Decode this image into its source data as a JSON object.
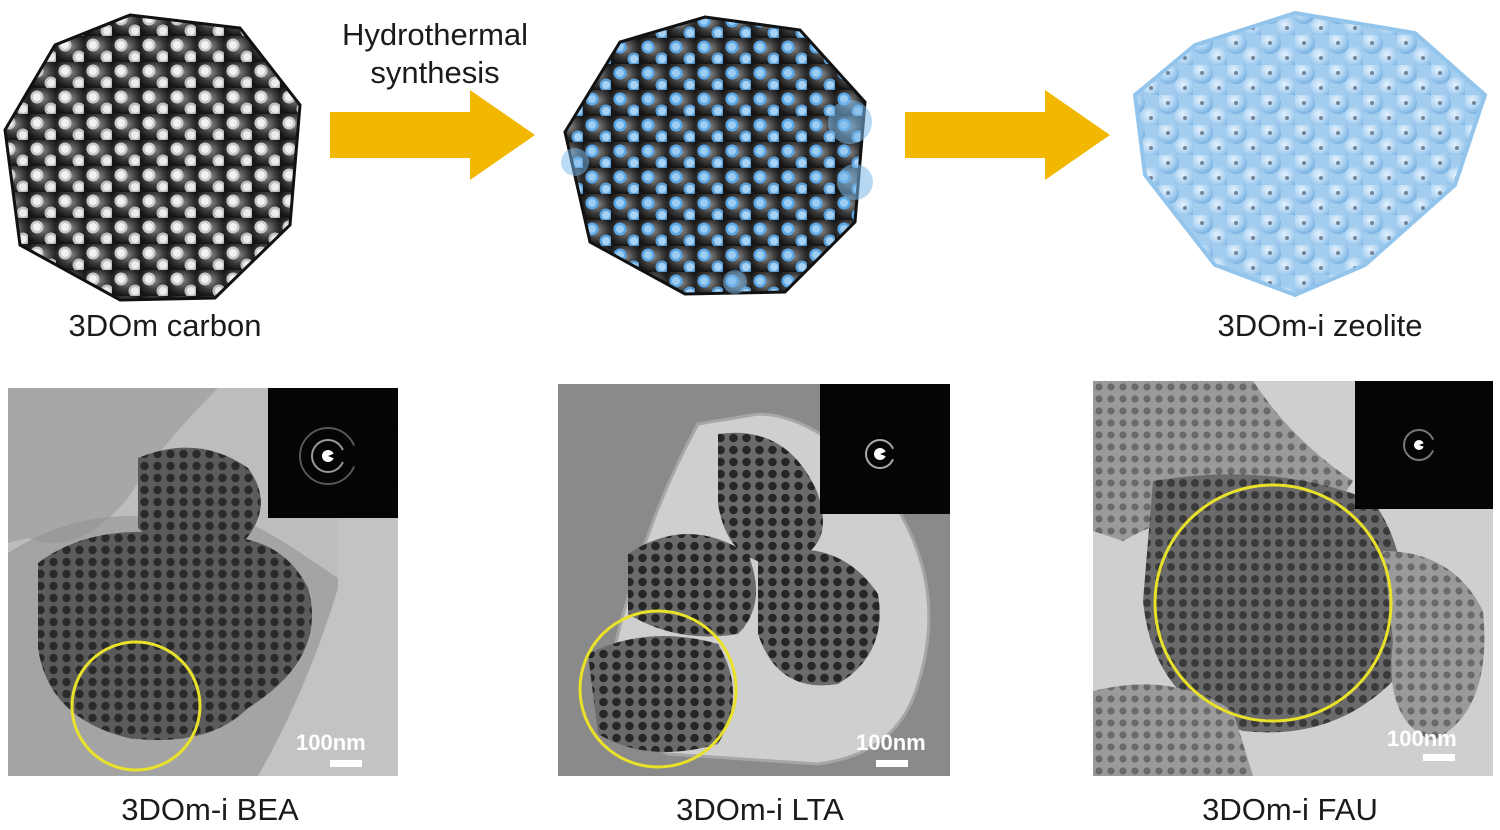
{
  "top": {
    "stage1_label": "3DOm carbon",
    "step1_label_line1": "Hydrothermal",
    "step1_label_line2": "synthesis",
    "stage3_label": "3DOm-i zeolite"
  },
  "colors": {
    "arrow": "#f2b800",
    "carbon_dark": "#262626",
    "zeolite_blue": "#7ab8ea",
    "circle_highlight": "#e9e12a"
  },
  "panels": [
    {
      "caption": "3DOm-i BEA",
      "scale_bar": "100nm"
    },
    {
      "caption": "3DOm-i LTA",
      "scale_bar": "100nm"
    },
    {
      "caption": "3DOm-i FAU",
      "scale_bar": "100nm"
    }
  ]
}
